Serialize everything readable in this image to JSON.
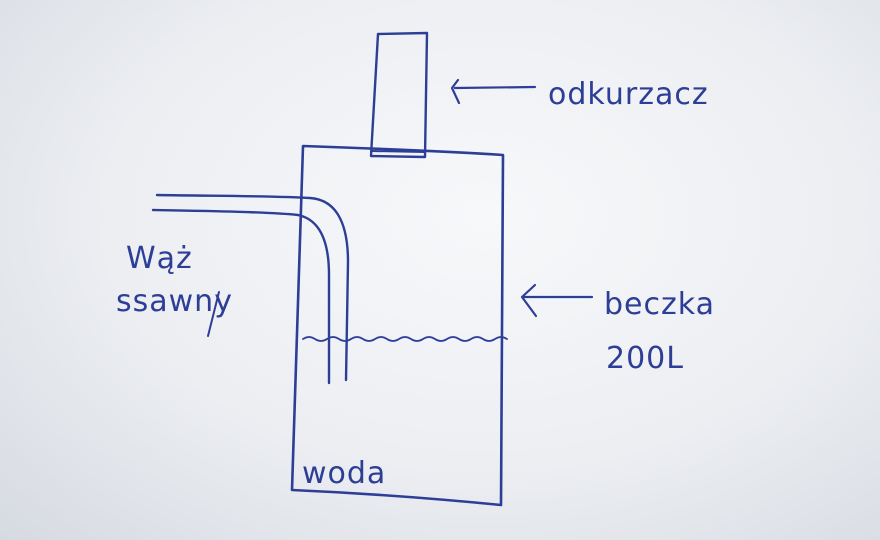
{
  "colors": {
    "ink": "#2d3e96",
    "paper": "#f3f4f7"
  },
  "labels": {
    "vacuum": "odkurzacz",
    "barrel_line1": "beczka",
    "barrel_line2": "200L",
    "hose_line1": "Wąż",
    "hose_line2": "ssawny",
    "water": "woda"
  }
}
